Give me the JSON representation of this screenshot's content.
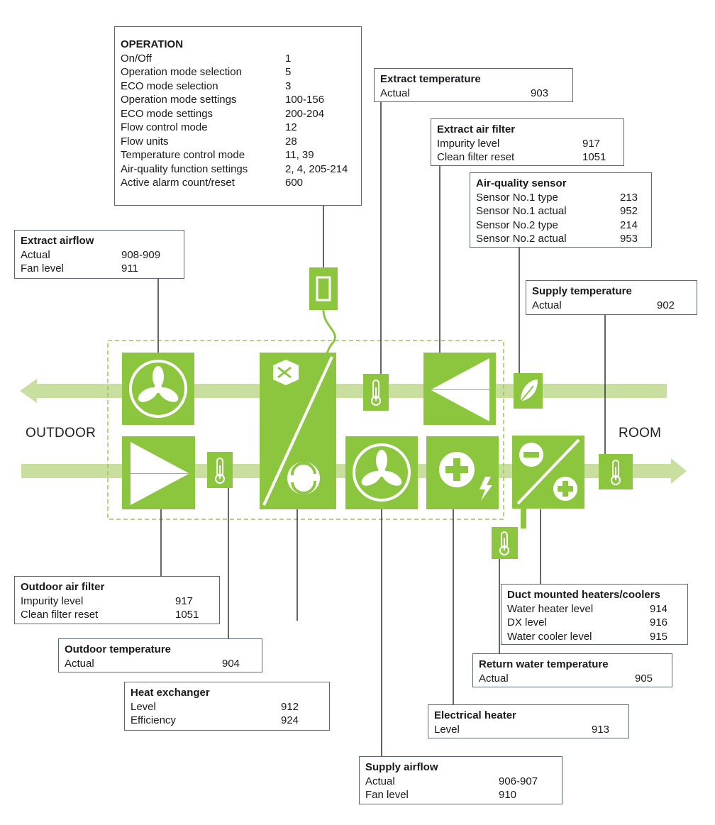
{
  "side_labels": {
    "outdoor": "OUTDOOR",
    "room": "ROOM"
  },
  "colors": {
    "accent": "#8cc63f",
    "duct": "#c8df9f",
    "dashed": "#9cc45a",
    "lines": "#333333",
    "box_border": "#5a6670"
  },
  "icons": [
    "fan-icon",
    "filter-icon",
    "thermometer-icon",
    "heat-exchanger-icon",
    "rotary-icon",
    "leaf-icon",
    "electric-heater-icon",
    "heater-cooler-icon",
    "control-panel-icon"
  ],
  "boxes": {
    "operation": {
      "title": "OPERATION",
      "rows": [
        {
          "label": "On/Off",
          "value": "1"
        },
        {
          "label": "Operation mode selection",
          "value": "5"
        },
        {
          "label": "ECO mode selection",
          "value": "3"
        },
        {
          "label": "Operation mode settings",
          "value": "100-156"
        },
        {
          "label": "ECO mode settings",
          "value": "200-204"
        },
        {
          "label": "Flow control mode",
          "value": "12"
        },
        {
          "label": "Flow units",
          "value": "28"
        },
        {
          "label": "Temperature control mode",
          "value": "11, 39"
        },
        {
          "label": "Air-quality function settings",
          "value": "2, 4, 205-214"
        },
        {
          "label": "Active alarm count/reset",
          "value": "600"
        }
      ]
    },
    "extract_temperature": {
      "title": "Extract temperature",
      "rows": [
        {
          "label": "Actual",
          "value": "903"
        }
      ]
    },
    "extract_air_filter": {
      "title": "Extract air filter",
      "rows": [
        {
          "label": "Impurity level",
          "value": "917"
        },
        {
          "label": "Clean filter reset",
          "value": "1051"
        }
      ]
    },
    "air_quality_sensor": {
      "title": "Air-quality sensor",
      "rows": [
        {
          "label": "Sensor No.1 type",
          "value": "213"
        },
        {
          "label": "Sensor No.1 actual",
          "value": "952"
        },
        {
          "label": "Sensor No.2 type",
          "value": "214"
        },
        {
          "label": "Sensor No.2 actual",
          "value": "953"
        }
      ]
    },
    "supply_temperature": {
      "title": "Supply temperature",
      "rows": [
        {
          "label": "Actual",
          "value": "902"
        }
      ]
    },
    "extract_airflow": {
      "title": "Extract airflow",
      "rows": [
        {
          "label": "Actual",
          "value": "908-909"
        },
        {
          "label": "Fan level",
          "value": "911"
        }
      ]
    },
    "outdoor_air_filter": {
      "title": "Outdoor air filter",
      "rows": [
        {
          "label": "Impurity level",
          "value": "917"
        },
        {
          "label": "Clean filter reset",
          "value": "1051"
        }
      ]
    },
    "outdoor_temperature": {
      "title": "Outdoor temperature",
      "rows": [
        {
          "label": "Actual",
          "value": "904"
        }
      ]
    },
    "heat_exchanger": {
      "title": "Heat exchanger",
      "rows": [
        {
          "label": "Level",
          "value": "912"
        },
        {
          "label": "Efficiency",
          "value": "924"
        }
      ]
    },
    "duct_heaters_coolers": {
      "title": "Duct mounted heaters/coolers",
      "rows": [
        {
          "label": "Water heater level",
          "value": "914"
        },
        {
          "label": "DX level",
          "value": "916"
        },
        {
          "label": "Water cooler level",
          "value": "915"
        }
      ]
    },
    "return_water_temperature": {
      "title": "Return water temperature",
      "rows": [
        {
          "label": "Actual",
          "value": "905"
        }
      ]
    },
    "electrical_heater": {
      "title": "Electrical heater",
      "rows": [
        {
          "label": "Level",
          "value": "913"
        }
      ]
    },
    "supply_airflow": {
      "title": "Supply airflow",
      "rows": [
        {
          "label": "Actual",
          "value": "906-907"
        },
        {
          "label": "Fan level",
          "value": "910"
        }
      ]
    }
  }
}
